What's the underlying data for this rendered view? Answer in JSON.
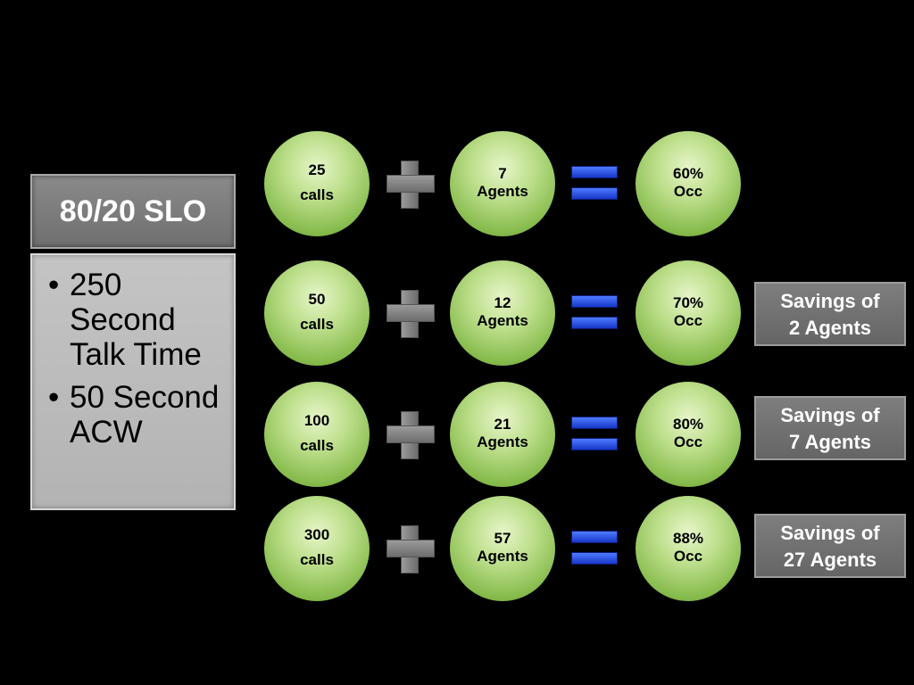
{
  "slo": {
    "title": "80/20 SLO",
    "bullets": [
      "250 Second Talk Time",
      "50 Second ACW"
    ]
  },
  "rows": [
    {
      "calls": {
        "number": "25",
        "unit": "calls"
      },
      "agents": {
        "number": "7",
        "unit": "Agents"
      },
      "occ": {
        "number": "60%",
        "unit": "Occ"
      },
      "savings": null
    },
    {
      "calls": {
        "number": "50",
        "unit": "calls"
      },
      "agents": {
        "number": "12",
        "unit": "Agents"
      },
      "occ": {
        "number": "70%",
        "unit": "Occ"
      },
      "savings": {
        "line1": "Savings of",
        "line2": "2 Agents"
      }
    },
    {
      "calls": {
        "number": "100",
        "unit": "calls"
      },
      "agents": {
        "number": "21",
        "unit": "Agents"
      },
      "occ": {
        "number": "80%",
        "unit": "Occ"
      },
      "savings": {
        "line1": "Savings of",
        "line2": "7 Agents"
      }
    },
    {
      "calls": {
        "number": "300",
        "unit": "calls"
      },
      "agents": {
        "number": "57",
        "unit": "Agents"
      },
      "occ": {
        "number": "88%",
        "unit": "Occ"
      },
      "savings": {
        "line1": "Savings of",
        "line2": "27 Agents"
      }
    }
  ],
  "icons": {
    "plus": "plus-icon",
    "equals": "equals-icon"
  },
  "colors": {
    "background": "#000000",
    "circle_green": "#86bb4c",
    "equals_blue": "#1737c9",
    "plus_gray": "#8a8a8a",
    "savings_gray": "#707070"
  }
}
